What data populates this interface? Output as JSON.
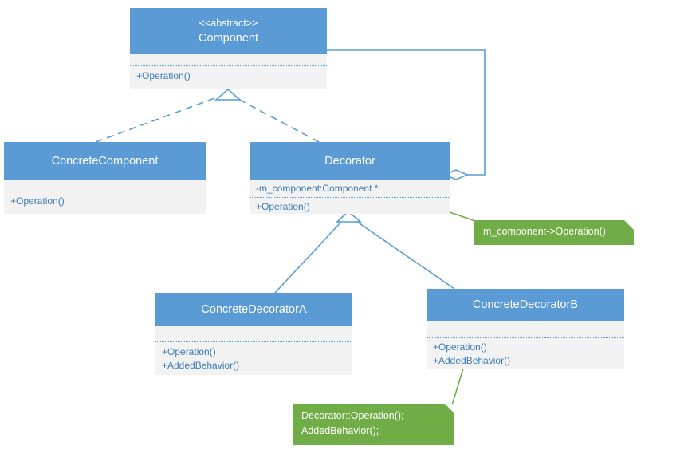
{
  "diagram": {
    "title": "Decorator Pattern UML Class Diagram",
    "type": "uml-class-diagram",
    "colors": {
      "header_fill": "#5B9BD5",
      "body_fill": "#F2F2F2",
      "member_text": "#3D7CB5",
      "note_fill": "#70AD47",
      "note_text": "#FFFFFF",
      "edge_stroke": "#5B9BD5",
      "note_edge_stroke": "#70AD47",
      "background": "#FFFFFF"
    }
  },
  "classes": {
    "component": {
      "stereotype": "<<abstract>>",
      "name": "Component",
      "attributes": [],
      "operations": [
        "+Operation()"
      ]
    },
    "concrete_component": {
      "stereotype": "",
      "name": "ConcreteComponent",
      "attributes": [],
      "operations": [
        "+Operation()"
      ]
    },
    "decorator": {
      "stereotype": "",
      "name": "Decorator",
      "attributes": [
        "-m_component:Component *"
      ],
      "operations": [
        "+Operation()"
      ]
    },
    "concrete_decorator_a": {
      "stereotype": "",
      "name": "ConcreteDecoratorA",
      "attributes": [],
      "operations": [
        "+Operation()",
        "+AddedBehavior()"
      ]
    },
    "concrete_decorator_b": {
      "stereotype": "",
      "name": "ConcreteDecoratorB",
      "attributes": [],
      "operations": [
        "+Operation()",
        "+AddedBehavior()"
      ]
    }
  },
  "notes": {
    "decorator_operation_note": {
      "lines": [
        "m_component->Operation()"
      ],
      "attached_to": "Decorator.+Operation()"
    },
    "concrete_decorator_b_note": {
      "lines": [
        "Decorator::Operation();",
        "AddedBehavior();"
      ],
      "attached_to": "ConcreteDecoratorB"
    }
  },
  "relationships": [
    {
      "id": "rel-cc-realizes-component",
      "from": "ConcreteComponent",
      "to": "Component",
      "type": "realization",
      "line": "dashed",
      "arrowhead": "hollow-triangle"
    },
    {
      "id": "rel-dec-realizes-component",
      "from": "Decorator",
      "to": "Component",
      "type": "realization",
      "line": "dashed",
      "arrowhead": "hollow-triangle"
    },
    {
      "id": "rel-dec-aggregates-component",
      "from": "Decorator",
      "to": "Component",
      "type": "aggregation",
      "line": "solid",
      "arrowhead": "hollow-diamond"
    },
    {
      "id": "rel-cda-extends-decorator",
      "from": "ConcreteDecoratorA",
      "to": "Decorator",
      "type": "generalization",
      "line": "solid",
      "arrowhead": "hollow-triangle"
    },
    {
      "id": "rel-cdb-extends-decorator",
      "from": "ConcreteDecoratorB",
      "to": "Decorator",
      "type": "generalization",
      "line": "solid",
      "arrowhead": "hollow-triangle"
    }
  ]
}
